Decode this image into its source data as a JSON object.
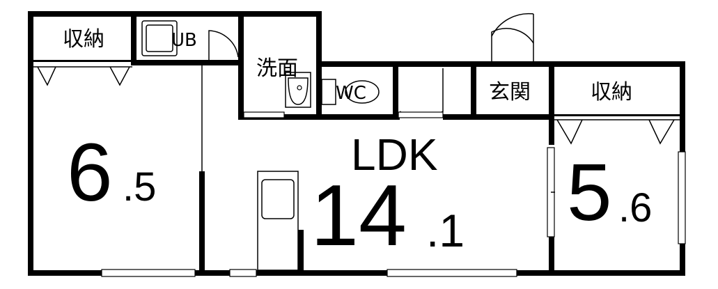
{
  "rooms": {
    "storage_left": "収納",
    "unit_bath": "UB",
    "washroom": "洗面",
    "toilet": "WC",
    "entrance": "玄関",
    "storage_right": "収納",
    "ldk_label": "LDK",
    "room_left_size_int": "6",
    "room_left_size_dec": ".5",
    "ldk_size_int": "14",
    "ldk_size_dec": ".1",
    "room_right_size_int": "5",
    "room_right_size_dec": ".6"
  },
  "colors": {
    "wall": "#000000",
    "background": "#ffffff"
  }
}
